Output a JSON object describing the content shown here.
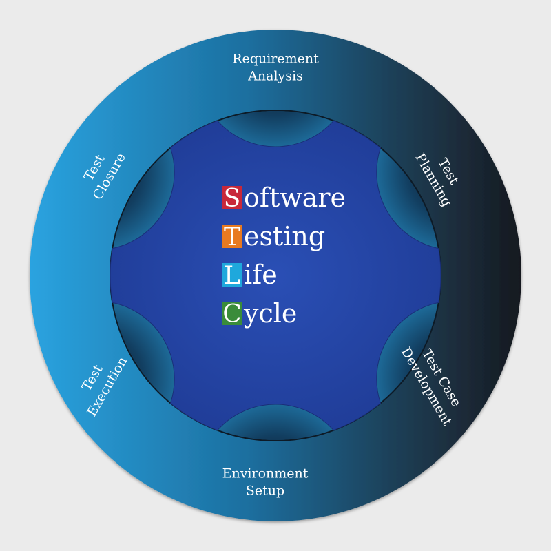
{
  "colors": {
    "background": "#ebebeb",
    "ring_light": "#2a9fdc",
    "ring_mid": "#1a6a9c",
    "ring_dark": "#1a1d24",
    "center_blue": "#2546a8",
    "letter_s": "#c8283a",
    "letter_t": "#e87a20",
    "letter_l": "#1fa8dc",
    "letter_c": "#3a8c3a"
  },
  "phases": [
    {
      "id": "requirement-analysis",
      "lines": [
        "Requirement",
        "Analysis"
      ]
    },
    {
      "id": "test-planning",
      "lines": [
        "Test",
        "Planning"
      ]
    },
    {
      "id": "test-case-development",
      "lines": [
        "Test Case",
        "Development"
      ]
    },
    {
      "id": "environment-setup",
      "lines": [
        "Environment",
        "Setup"
      ]
    },
    {
      "id": "test-execution",
      "lines": [
        "Test",
        "Execution"
      ]
    },
    {
      "id": "test-closure",
      "lines": [
        "Test",
        "Closure"
      ]
    }
  ],
  "title": [
    {
      "initial": "S",
      "rest": "oftware",
      "color": "#c8283a"
    },
    {
      "initial": "T",
      "rest": "esting",
      "color": "#e87a20"
    },
    {
      "initial": "L",
      "rest": "ife",
      "color": "#1fa8dc"
    },
    {
      "initial": "C",
      "rest": "ycle",
      "color": "#3a8c3a"
    }
  ]
}
